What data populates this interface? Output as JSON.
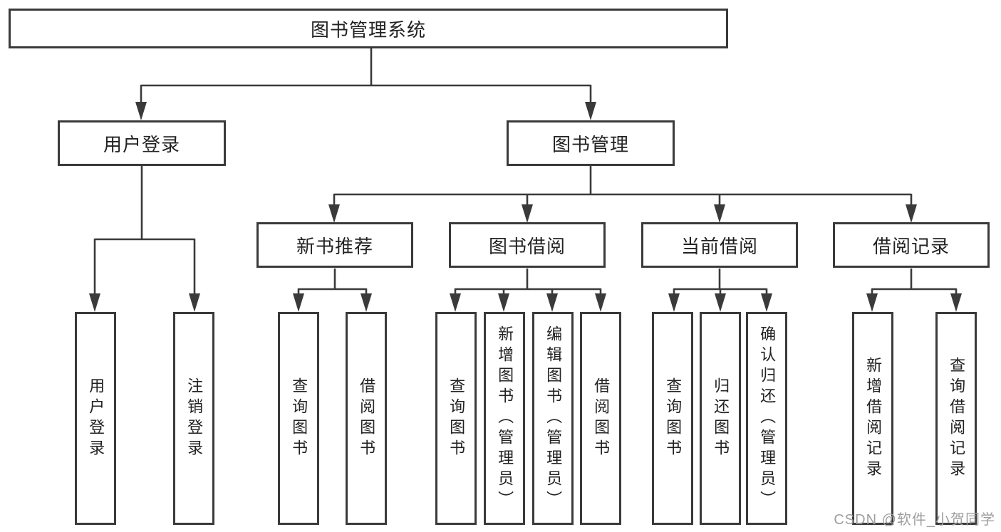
{
  "nodes": {
    "root": "图书管理系统",
    "user_login": "用户登录",
    "book_mgmt": "图书管理",
    "new_book_rec": "新书推荐",
    "book_borrow": "图书借阅",
    "current_borrow": "当前借阅",
    "borrow_records": "借阅记录",
    "leaf_user_login": "用户登录",
    "leaf_logout": "注销登录",
    "leaf_nb_query": "查询图书",
    "leaf_nb_borrow": "借阅图书",
    "leaf_bb_query": "查询图书",
    "leaf_bb_add": "新增图书（管理员）",
    "leaf_bb_edit": "编辑图书（管理员）",
    "leaf_bb_borrow": "借阅图书",
    "leaf_cb_query": "查询图书",
    "leaf_cb_return": "归还图书",
    "leaf_cb_confirm": "确认归还（管理员）",
    "leaf_br_add": "新增借阅记录",
    "leaf_br_query": "查询借阅记录"
  },
  "watermark": "CSDN @软件_小贺同学",
  "colors": {
    "line": "#3a3a3a",
    "text": "#222222",
    "watermark": "#9e9e9e",
    "background": "#ffffff"
  }
}
